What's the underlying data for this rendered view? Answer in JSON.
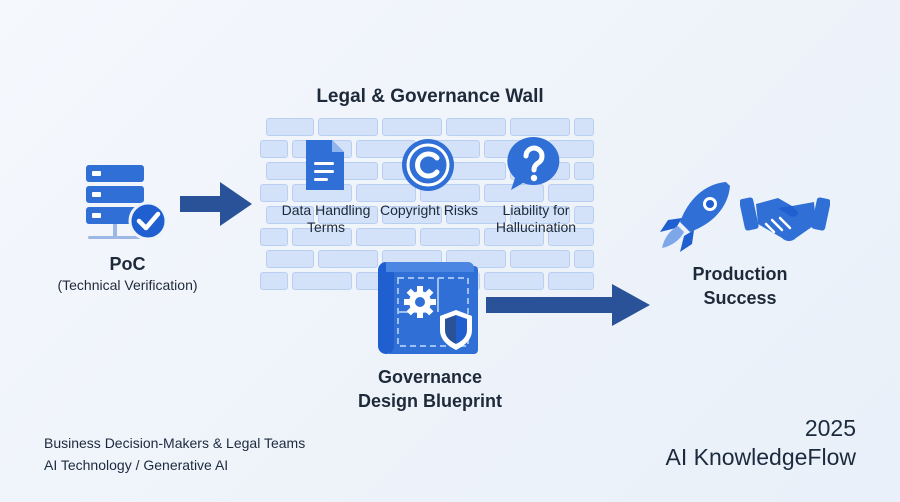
{
  "wall": {
    "title": "Legal & Governance Wall",
    "items": [
      {
        "label": "Data Handling Terms",
        "icon": "document-icon"
      },
      {
        "label": "Copyright Risks",
        "icon": "copyright-icon"
      },
      {
        "label": "Liability for Hallucination",
        "icon": "question-bubble-icon"
      }
    ]
  },
  "poc": {
    "title": "PoC",
    "subtitle": "(Technical Verification)",
    "icon": "server-check-icon"
  },
  "production": {
    "label_line1": "Production",
    "label_line2": "Success",
    "icons": [
      "rocket-icon",
      "handshake-icon"
    ]
  },
  "blueprint": {
    "label_line1": "Governance",
    "label_line2": "Design Blueprint",
    "icon": "blueprint-shield-icon"
  },
  "footer": {
    "audience": "Business Decision-Makers & Legal Teams",
    "topic": "AI Technology / Generative AI",
    "year": "2025",
    "brand": "AI KnowledgeFlow"
  },
  "colors": {
    "primary_blue": "#2f6fd6",
    "dark_blue": "#2a5298",
    "brick_fill": "#d3e2f8",
    "text": "#1e2a3a"
  }
}
